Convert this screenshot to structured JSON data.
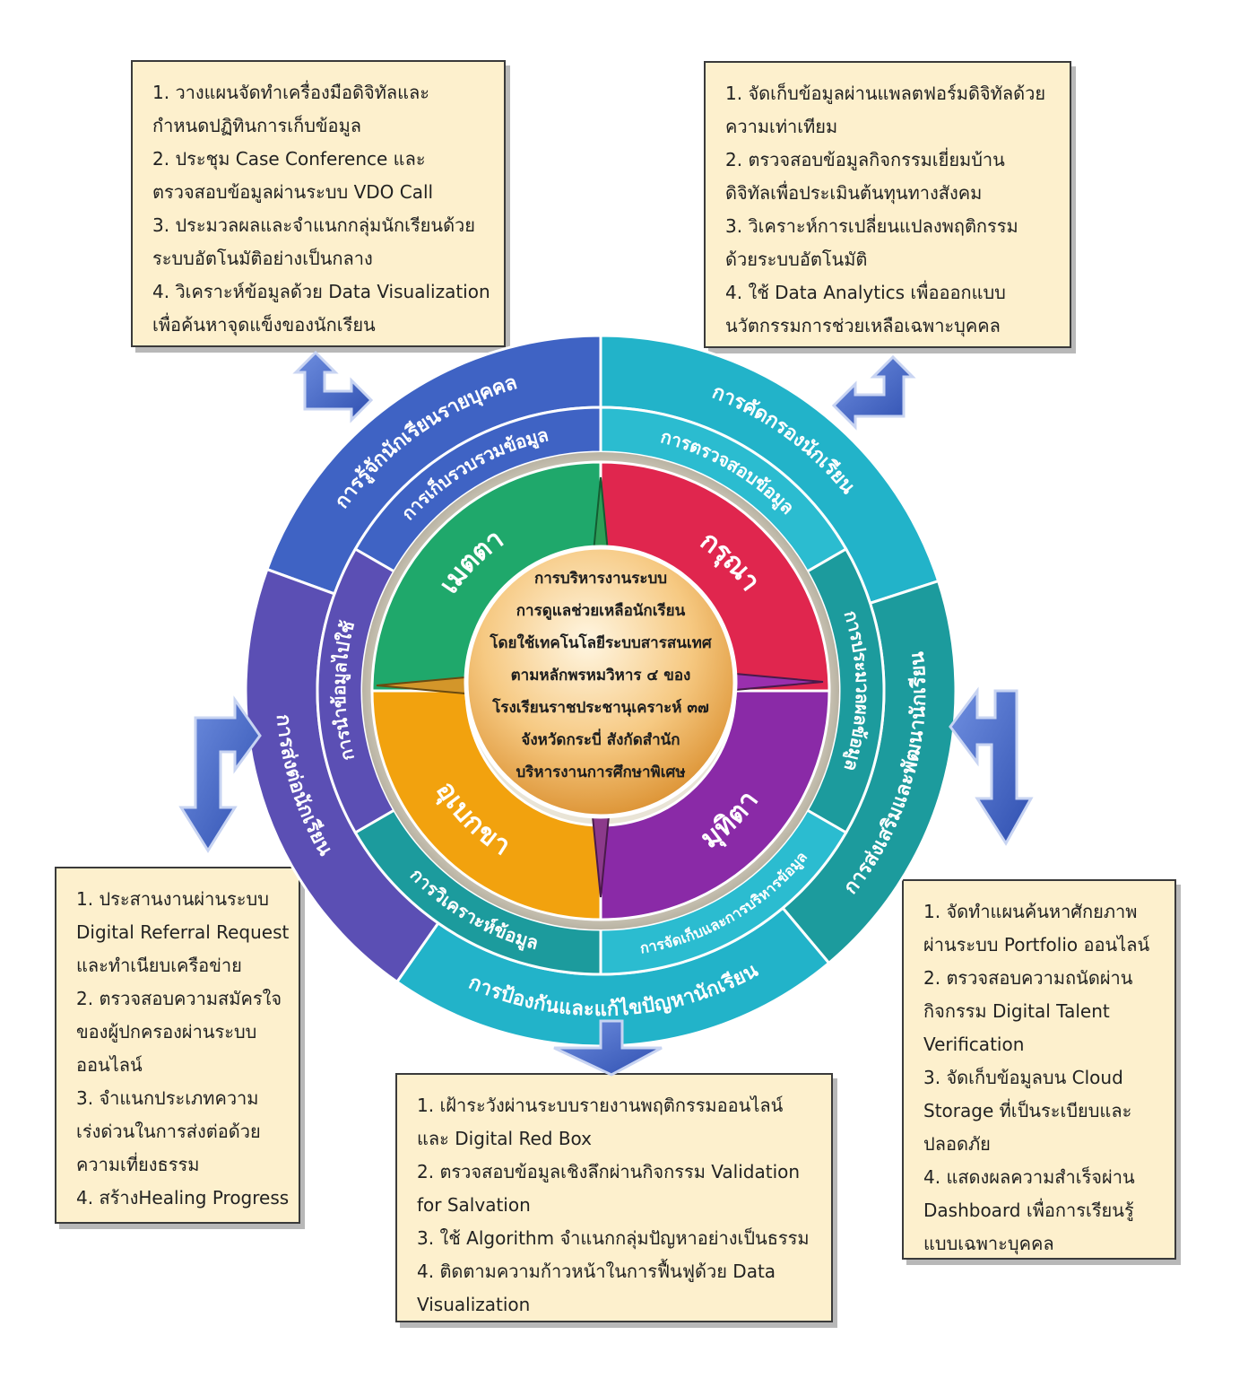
{
  "center": {
    "lines": [
      "การบริหารงานระบบ",
      "การดูแลช่วยเหลือนักเรียน",
      "โดยใช้เทคโนโลยีระบบสารสนเทศ",
      "ตามหลักพรหมวิหาร ๔ ของ",
      "โรงเรียนราชประชานุเคราะห์ ๓๗",
      "จังหวัดกระบี่ สังกัดสำนัก",
      "บริหารงานการศึกษาพิเศษ"
    ]
  },
  "virtues": [
    "เมตตา",
    "กรุณา",
    "มุทิตา",
    "อุเบกขา"
  ],
  "middle_ring": [
    "การเก็บรวบรวมข้อมูล",
    "การตรวจสอบข้อมูล",
    "การประมวลผลข้อมูล",
    "การจัดเก็บและการบริหารข้อมูล",
    "การวิเคราะห์ข้อมูล",
    "การนำข้อมูลไปใช้"
  ],
  "outer_ring": [
    "การรู้จักนักเรียนรายบุคคล",
    "การคัดกรองนักเรียน",
    "การส่งเสริมและพัฒนานักเรียน",
    "การป้องกันและแก้ไขปัญหานักเรียน",
    "การส่งต่อนักเรียน"
  ],
  "boxes": {
    "top_left": [
      "1. วางแผนจัดทำเครื่องมือดิจิทัลและ",
      "กำหนดปฏิทินการเก็บข้อมูล",
      "2. ประชุม Case Conference และ",
      "ตรวจสอบข้อมูลผ่านระบบ VDO Call",
      "3. ประมวลผลและจำแนกกลุ่มนักเรียนด้วย",
      "ระบบอัตโนมัติอย่างเป็นกลาง",
      "4. วิเคราะห์ข้อมูลด้วย Data Visualization",
      "เพื่อค้นหาจุดแข็งของนักเรียน"
    ],
    "top_right": [
      "1. จัดเก็บข้อมูลผ่านแพลตฟอร์มดิจิทัลด้วย",
      "ความเท่าเทียม",
      "2. ตรวจสอบข้อมูลกิจกรรมเยี่ยมบ้าน",
      "ดิจิทัลเพื่อประเมินต้นทุนทางสังคม",
      "3. วิเคราะห์การเปลี่ยนแปลงพฤติกรรม",
      "ด้วยระบบอัตโนมัติ",
      "4. ใช้ Data Analytics เพื่อออกแบบ",
      "นวัตกรรมการช่วยเหลือเฉพาะบุคคล"
    ],
    "bottom_left": [
      "1. ประสานงานผ่านระบบ",
      "Digital Referral Request",
      "และทำเนียบเครือข่าย",
      "2. ตรวจสอบความสมัครใจ",
      "ของผู้ปกครองผ่านระบบ",
      "ออนไลน์",
      "3. จำแนกประเภทความ",
      "เร่งด่วนในการส่งต่อด้วย",
      "ความเที่ยงธรรม",
      "4. สร้างHealing Progress"
    ],
    "bottom_center": [
      "1. เฝ้าระวังผ่านระบบรายงานพฤติกรรมออนไลน์",
      "และ Digital Red Box",
      "2. ตรวจสอบข้อมูลเชิงลึกผ่านกิจกรรม Validation",
      "for Salvation",
      "3. ใช้ Algorithm จำแนกกลุ่มปัญหาอย่างเป็นธรรม",
      "4. ติดตามความก้าวหน้าในการฟื้นฟูด้วย Data",
      "Visualization"
    ],
    "bottom_right": [
      "1. จัดทำแผนค้นหาศักยภาพ",
      "ผ่านระบบ Portfolio ออนไลน์",
      "2. ตรวจสอบความถนัดผ่าน",
      "กิจกรรม Digital Talent",
      "Verification",
      "3. จัดเก็บข้อมูลบน Cloud",
      "Storage ที่เป็นระเบียบและ",
      "ปลอดภัย",
      "4. แสดงผลความสำเร็จผ่าน",
      "Dashboard เพื่อการเรียนรู้",
      "แบบเฉพาะบุคคล"
    ]
  },
  "colors": {
    "outer_blue": "#3f63c4",
    "outer_teal": "#22b3c9",
    "outer_green_teal": "#1c9b9d",
    "middle_teal": "#2bbcd0",
    "middle_purple": "#5b4fb4",
    "virtue_green": "#1fa86b",
    "virtue_red": "#e0264e",
    "virtue_purple": "#8a2aa7",
    "virtue_orange": "#f2a20e",
    "center_gold": "#f6cf8a",
    "box_bg": "#fdf0cd",
    "arrow_blue": "#4568c6"
  }
}
